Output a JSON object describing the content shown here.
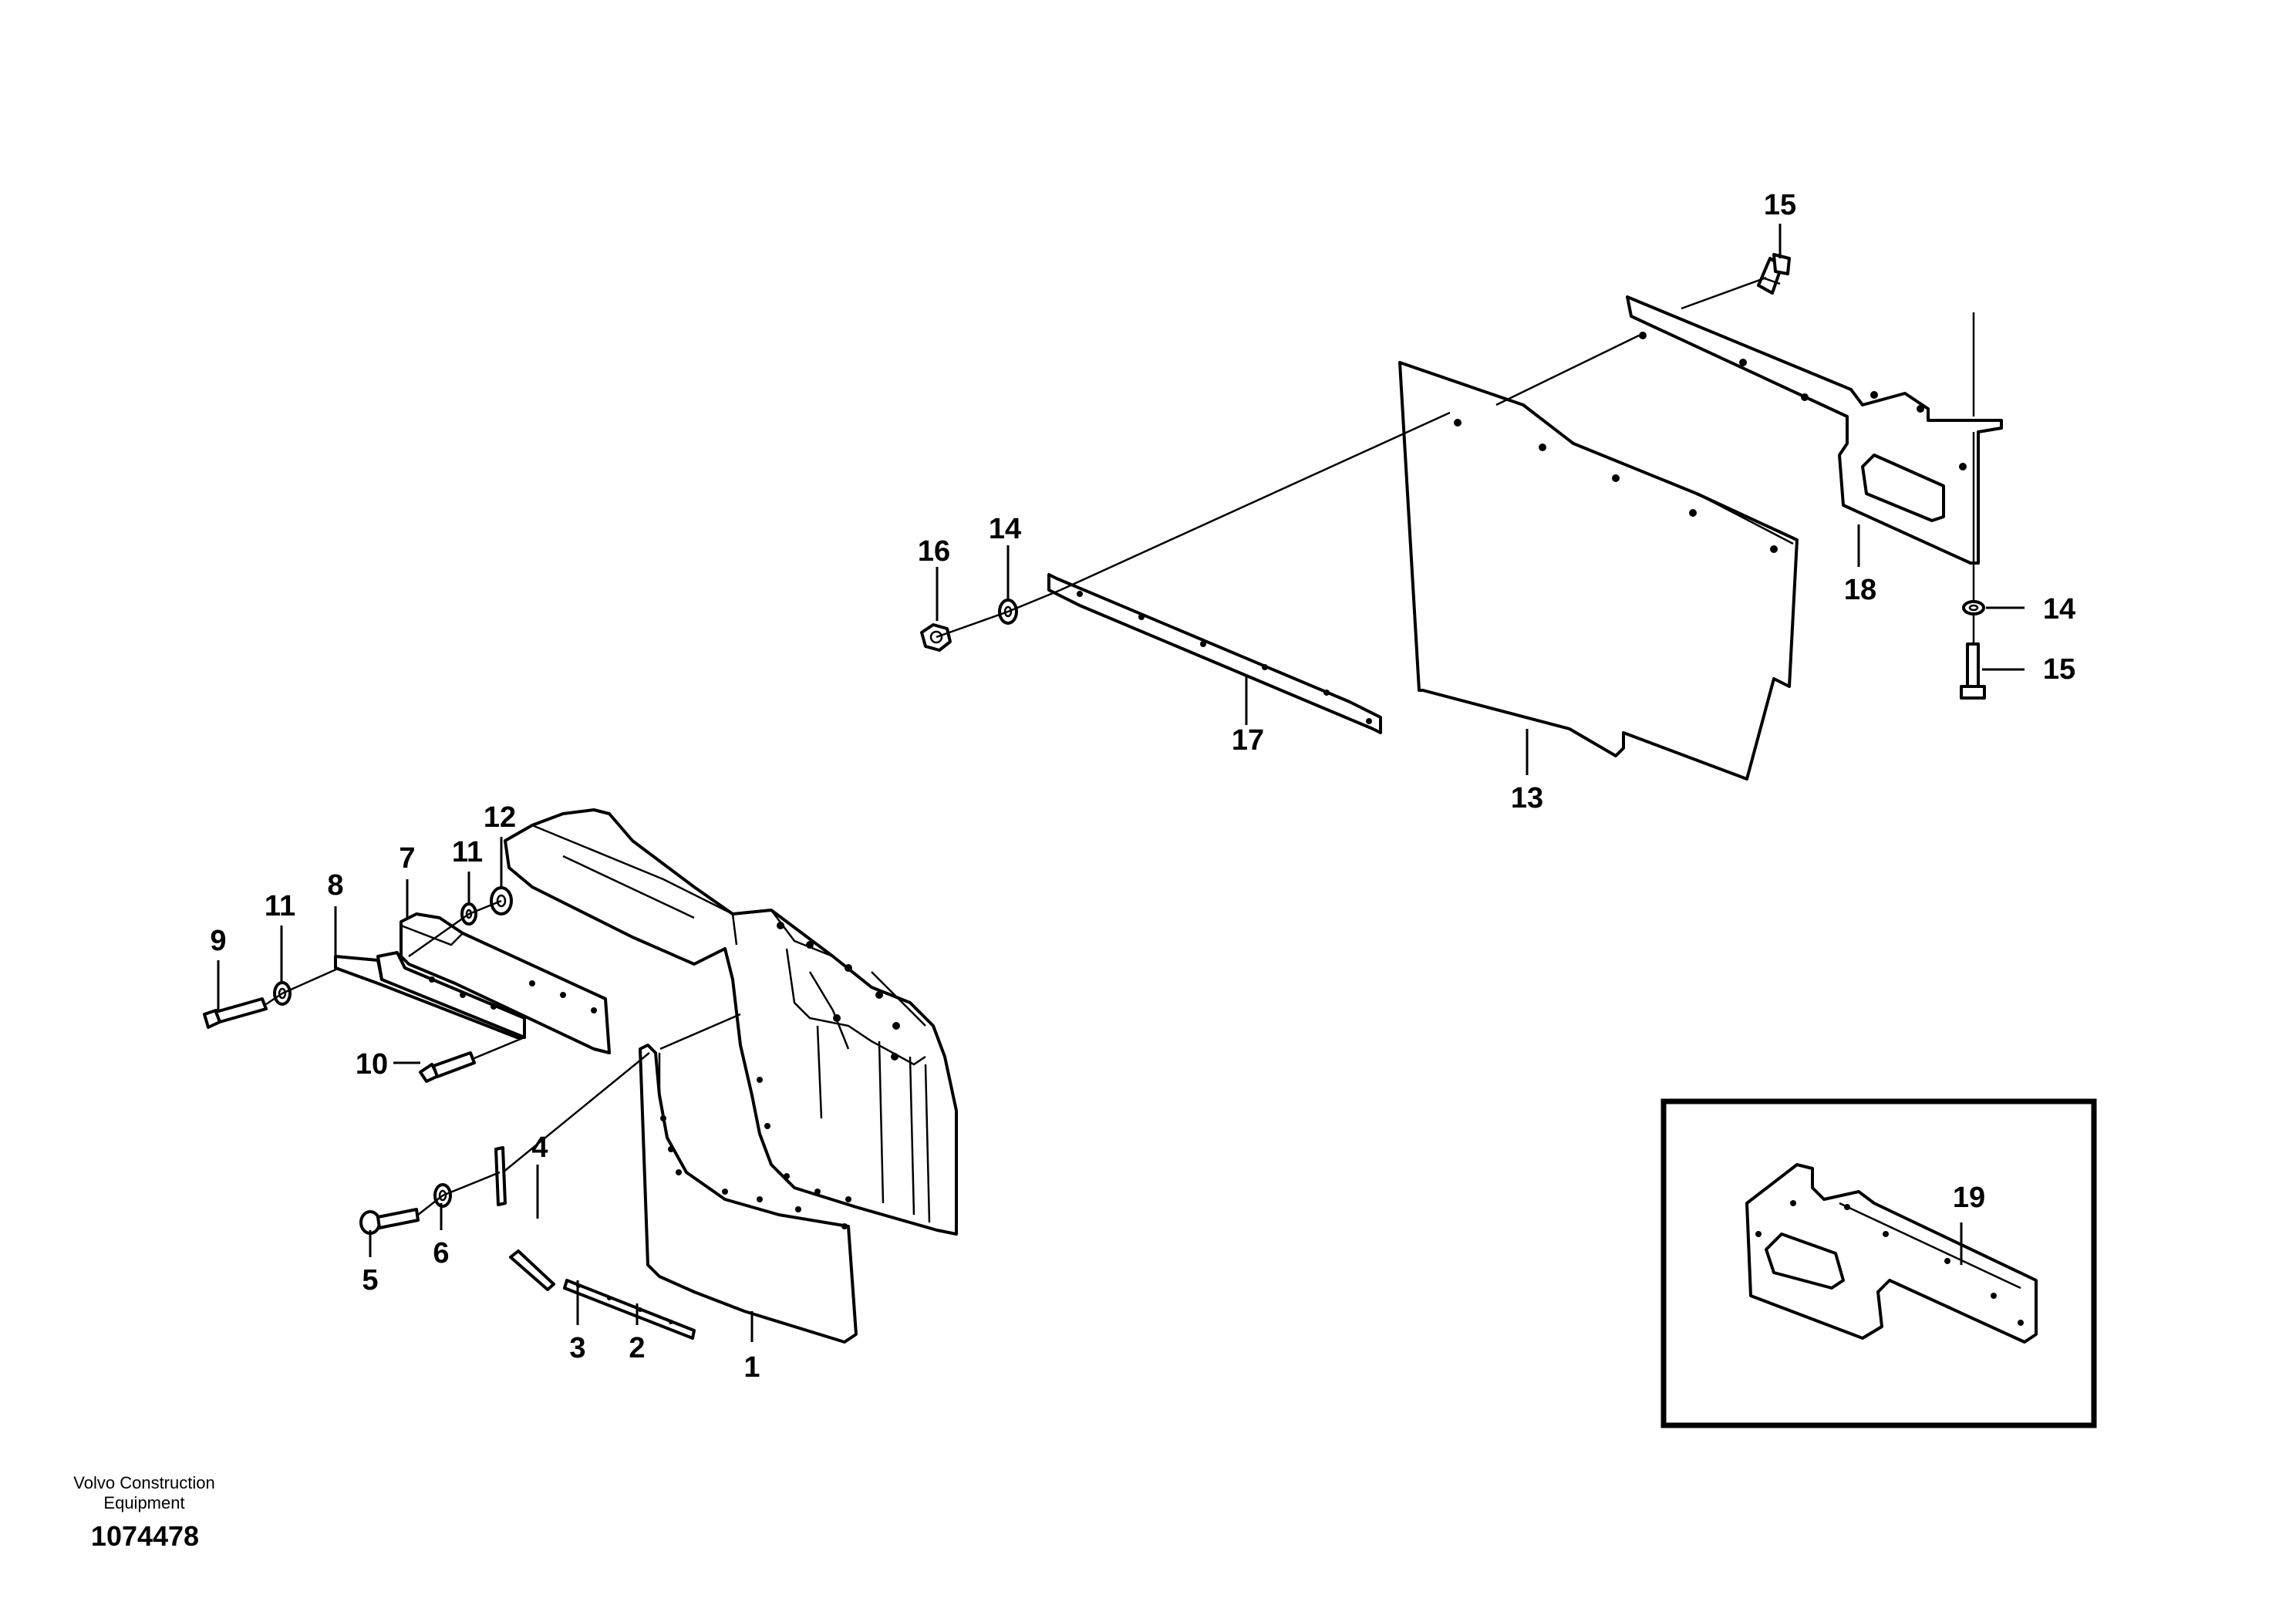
{
  "callouts": {
    "c1": "1",
    "c2": "2",
    "c3": "3",
    "c4": "4",
    "c5": "5",
    "c6": "6",
    "c7": "7",
    "c8": "8",
    "c9": "9",
    "c10": "10",
    "c11a": "11",
    "c11b": "11",
    "c12": "12",
    "c13": "13",
    "c14a": "14",
    "c14b": "14",
    "c15a": "15",
    "c15b": "15",
    "c16": "16",
    "c17": "17",
    "c18": "18",
    "c19": "19"
  },
  "footer": {
    "brand_line1": "Volvo Construction",
    "brand_line2": "Equipment",
    "drawing_number": "1074478"
  }
}
